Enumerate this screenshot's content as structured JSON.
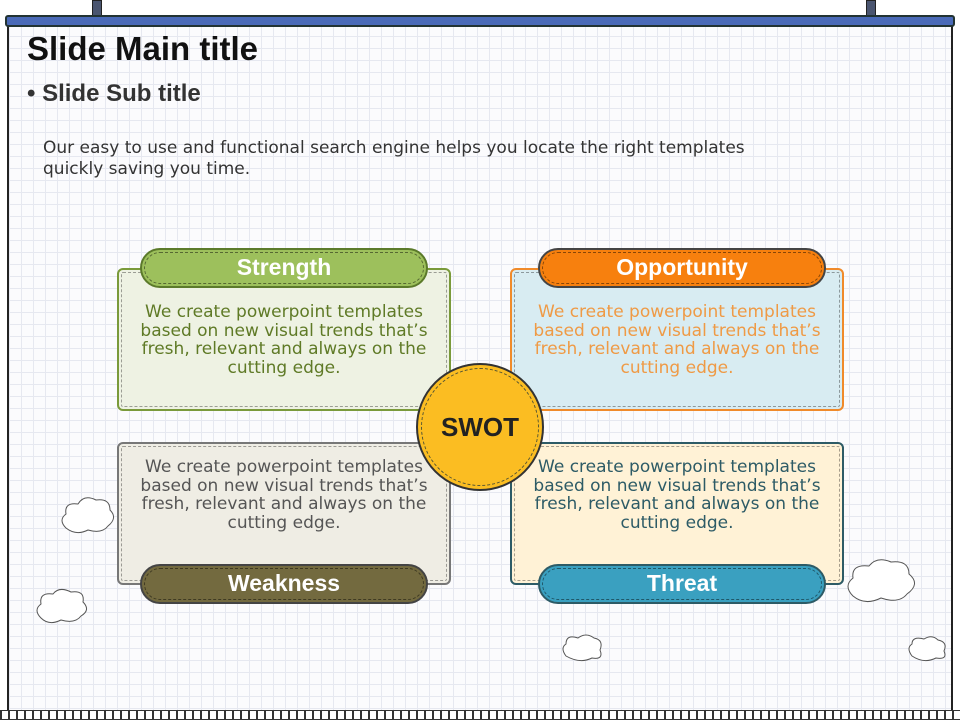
{
  "slide": {
    "title": "Slide Main title",
    "subtitle": "Slide Sub title",
    "bullet": "•",
    "body": "Our easy to use and functional search engine helps you locate the right templates quickly saving you time."
  },
  "swot": {
    "center": "SWOT",
    "strength": {
      "label": "Strength",
      "text": "We create powerpoint templates based on new visual trends that’s fresh, relevant and always on the cutting edge.",
      "color": "#9dc05c"
    },
    "opportunity": {
      "label": "Opportunity",
      "text": "We create powerpoint templates based on new visual trends that’s fresh, relevant and always on the cutting edge.",
      "color": "#f7800e"
    },
    "weakness": {
      "label": "Weakness",
      "text": "We create powerpoint templates based on new visual trends that’s fresh, relevant and always on the cutting edge.",
      "color": "#736a3f"
    },
    "threat": {
      "label": "Threat",
      "text": "We create powerpoint templates based on new visual trends that’s fresh, relevant and always on the cutting edge.",
      "color": "#3aa0c0"
    }
  }
}
